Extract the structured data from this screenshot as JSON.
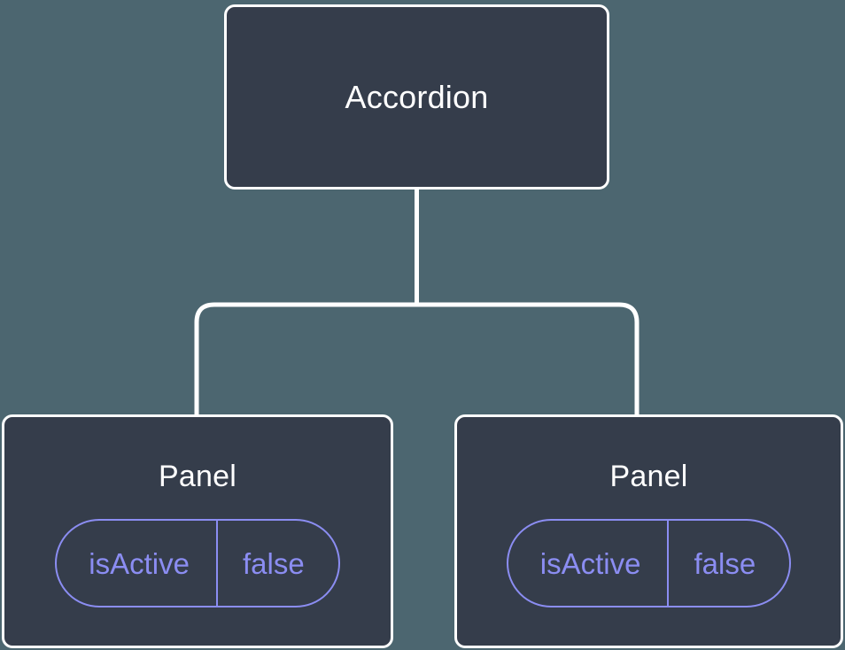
{
  "diagram": {
    "type": "component-tree",
    "background_color": "#4c6670",
    "node_fill_color": "#353d4b",
    "node_border_color": "#ffffff",
    "edge_color": "#ffffff",
    "prop_accent_color": "#8b8df2",
    "title_text_color": "#ffffff",
    "root": {
      "label": "Accordion",
      "props": []
    },
    "children": [
      {
        "label": "Panel",
        "props": [
          {
            "key": "isActive",
            "value": "false"
          }
        ]
      },
      {
        "label": "Panel",
        "props": [
          {
            "key": "isActive",
            "value": "false"
          }
        ]
      }
    ]
  }
}
